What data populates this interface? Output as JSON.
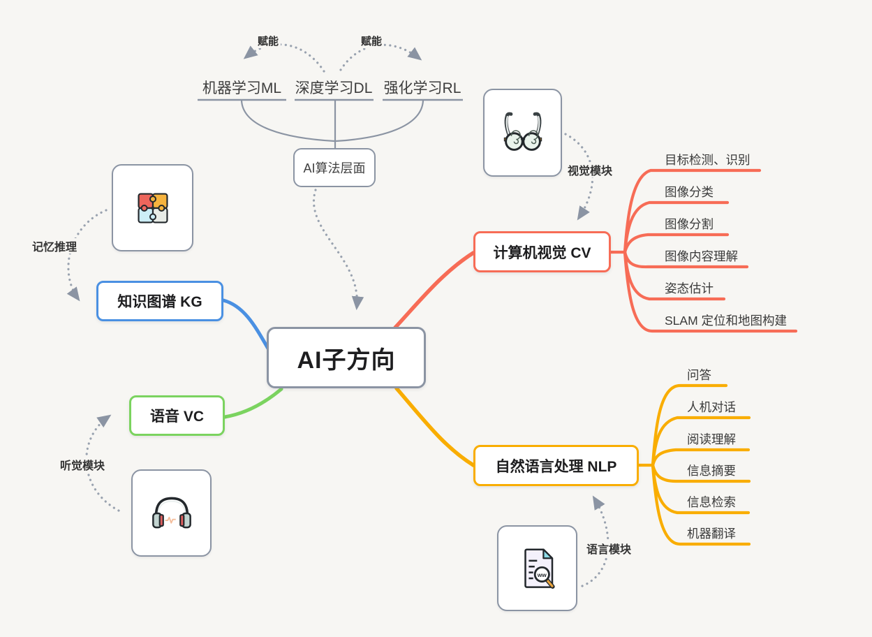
{
  "center": {
    "label": "AI子方向"
  },
  "algorithm": {
    "node_label": "AI算法层面",
    "empower_left": "赋能",
    "empower_right": "赋能",
    "children": [
      {
        "label": "机器学习ML"
      },
      {
        "label": "深度学习DL"
      },
      {
        "label": "强化学习RL"
      }
    ]
  },
  "branches": {
    "cv": {
      "label": "计算机视觉 CV",
      "color": "#f76c56",
      "items": [
        "目标检测、识别",
        "图像分类",
        "图像分割",
        "图像内容理解",
        "姿态估计",
        "SLAM 定位和地图构建"
      ]
    },
    "nlp": {
      "label": "自然语言处理 NLP",
      "color": "#f9ad00",
      "items": [
        "问答",
        "人机对话",
        "阅读理解",
        "信息摘要",
        "信息检索",
        "机器翻译"
      ]
    },
    "kg": {
      "label": "知识图谱 KG",
      "color": "#4a90e2"
    },
    "vc": {
      "label": "语音 VC",
      "color": "#7bd35f"
    }
  },
  "modules": {
    "vision": {
      "label": "视觉模块",
      "icon": "glasses-icon"
    },
    "memory": {
      "label": "记忆推理",
      "icon": "puzzle-icon"
    },
    "hearing": {
      "label": "听觉模块",
      "icon": "headphones-icon"
    },
    "language": {
      "label": "语言模块",
      "icon": "document-search-icon",
      "glass_text": "ww"
    }
  },
  "colors": {
    "node_border": "#8b94a3",
    "connector": "#8b94a3",
    "dotted": "#99a2af",
    "background": "#f7f6f3"
  }
}
